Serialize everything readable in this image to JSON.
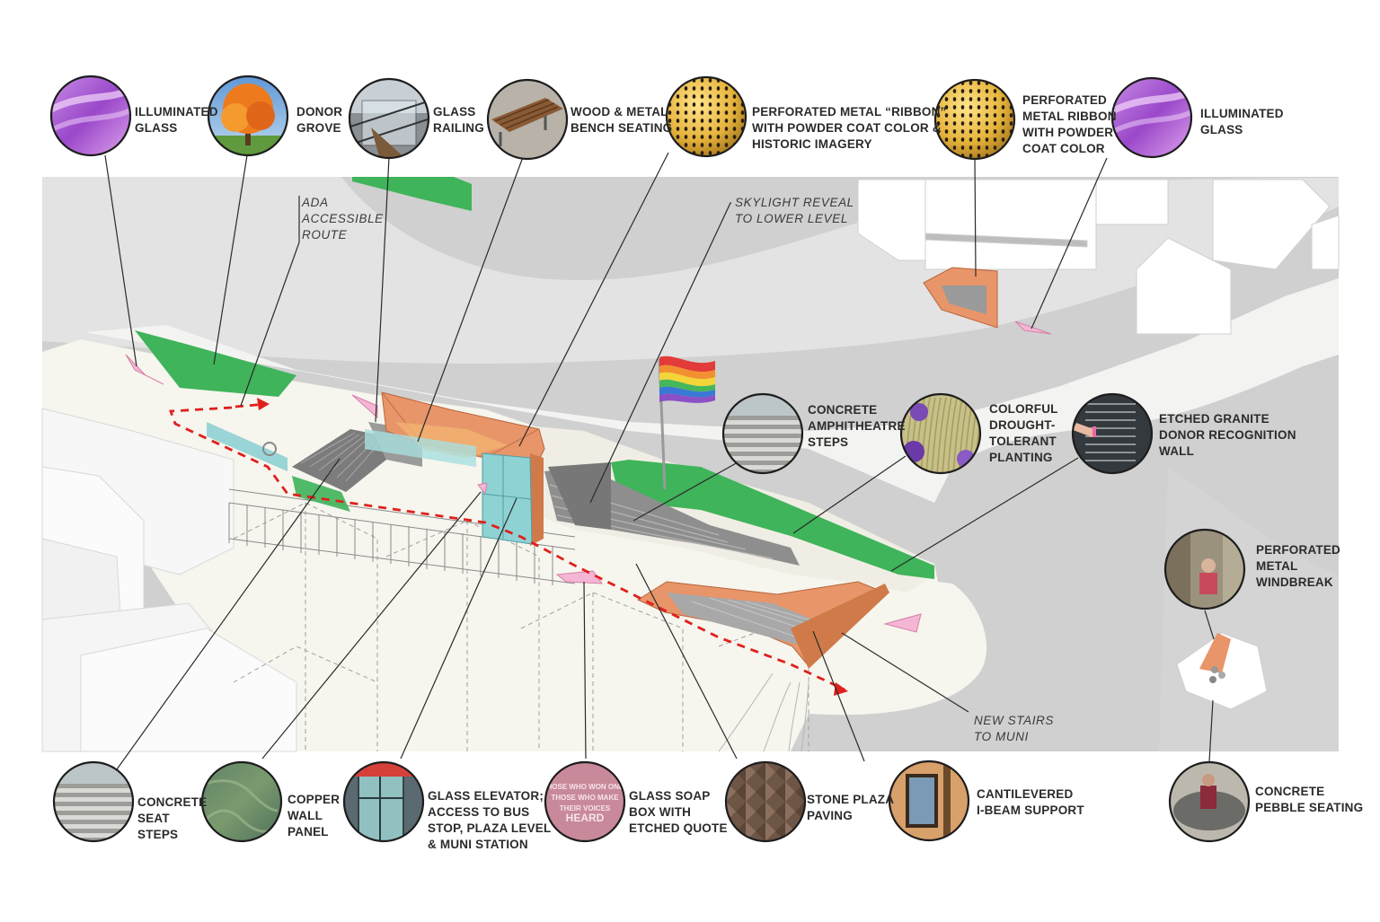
{
  "callouts_top": [
    {
      "id": "illuminated-glass-left",
      "text": "ILLUMINATED\nGLASS",
      "swatch": "glass"
    },
    {
      "id": "donor-grove",
      "text": "DONOR\nGROVE",
      "swatch": "tree"
    },
    {
      "id": "glass-railing",
      "text": "GLASS\nRAILING",
      "swatch": "railing"
    },
    {
      "id": "wood-metal-bench",
      "text": "WOOD & METAL\nBENCH SEATING",
      "swatch": "bench"
    },
    {
      "id": "perforated-ribbon-historic",
      "text": "PERFORATED METAL “RIBBON”\nWITH POWDER COAT COLOR &\nHISTORIC IMAGERY",
      "swatch": "perforated"
    },
    {
      "id": "perforated-ribbon",
      "text": "PERFORATED\nMETAL RIBBON\nWITH POWDER\nCOAT COLOR",
      "swatch": "perforated"
    },
    {
      "id": "illuminated-glass-right",
      "text": "ILLUMINATED\nGLASS",
      "swatch": "glass"
    }
  ],
  "callouts_mid": [
    {
      "id": "concrete-amphitheatre-steps",
      "text": "CONCRETE\nAMPHITHEATRE\nSTEPS",
      "swatch": "steps"
    },
    {
      "id": "drought-tolerant-planting",
      "text": "COLORFUL\nDROUGHT-\nTOLERANT\nPLANTING",
      "swatch": "planting"
    },
    {
      "id": "etched-granite-wall",
      "text": "ETCHED GRANITE\nDONOR RECOGNITION\nWALL",
      "swatch": "granite"
    },
    {
      "id": "perforated-windbreak",
      "text": "PERFORATED\nMETAL\nWINDBREAK",
      "swatch": "windbreak"
    }
  ],
  "callouts_bottom": [
    {
      "id": "concrete-seat-steps",
      "text": "CONCRETE\nSEAT\nSTEPS",
      "swatch": "steps"
    },
    {
      "id": "copper-wall-panel",
      "text": "COPPER\nWALL\nPANEL",
      "swatch": "copper"
    },
    {
      "id": "glass-elevator",
      "text": "GLASS ELEVATOR;\nACCESS TO BUS\nSTOP, PLAZA LEVEL\n& MUNI STATION",
      "swatch": "elevator"
    },
    {
      "id": "glass-soap-box",
      "text": "GLASS SOAP\nBOX WITH\nETCHED QUOTE",
      "swatch": "soapbox"
    },
    {
      "id": "stone-plaza-paving",
      "text": "STONE PLAZA\nPAVING",
      "swatch": "paving"
    },
    {
      "id": "cantilevered-ibeam",
      "text": "CANTILEVERED\nI-BEAM SUPPORT",
      "swatch": "ibeam"
    },
    {
      "id": "concrete-pebble-seating",
      "text": "CONCRETE\nPEBBLE SEATING",
      "swatch": "pebble"
    }
  ],
  "annotations": [
    {
      "id": "ada-route",
      "text": "ADA\nACCESSIBLE\nROUTE"
    },
    {
      "id": "skylight-reveal",
      "text": "SKYLIGHT REVEAL\nTO LOWER LEVEL"
    },
    {
      "id": "new-stairs",
      "text": "NEW STAIRS\nTO MUNI"
    }
  ],
  "soapbox_quote": "THOSE WHO WON ONLY\nTHOSE WHO MAKE\nTHEIR VOICES\nHEARD",
  "colors": {
    "street": "#d0d0d0",
    "sidewalk": "#f2f2f0",
    "plaza": "#f6f5ee",
    "planting": "#3fb45a",
    "copper": "#e8956a",
    "copper_dark": "#b8653a",
    "glass_pink": "#f4b6d4",
    "glass_teal": "#8fd2d3",
    "route": "#e0201c",
    "leader": "#2a2a2a"
  }
}
